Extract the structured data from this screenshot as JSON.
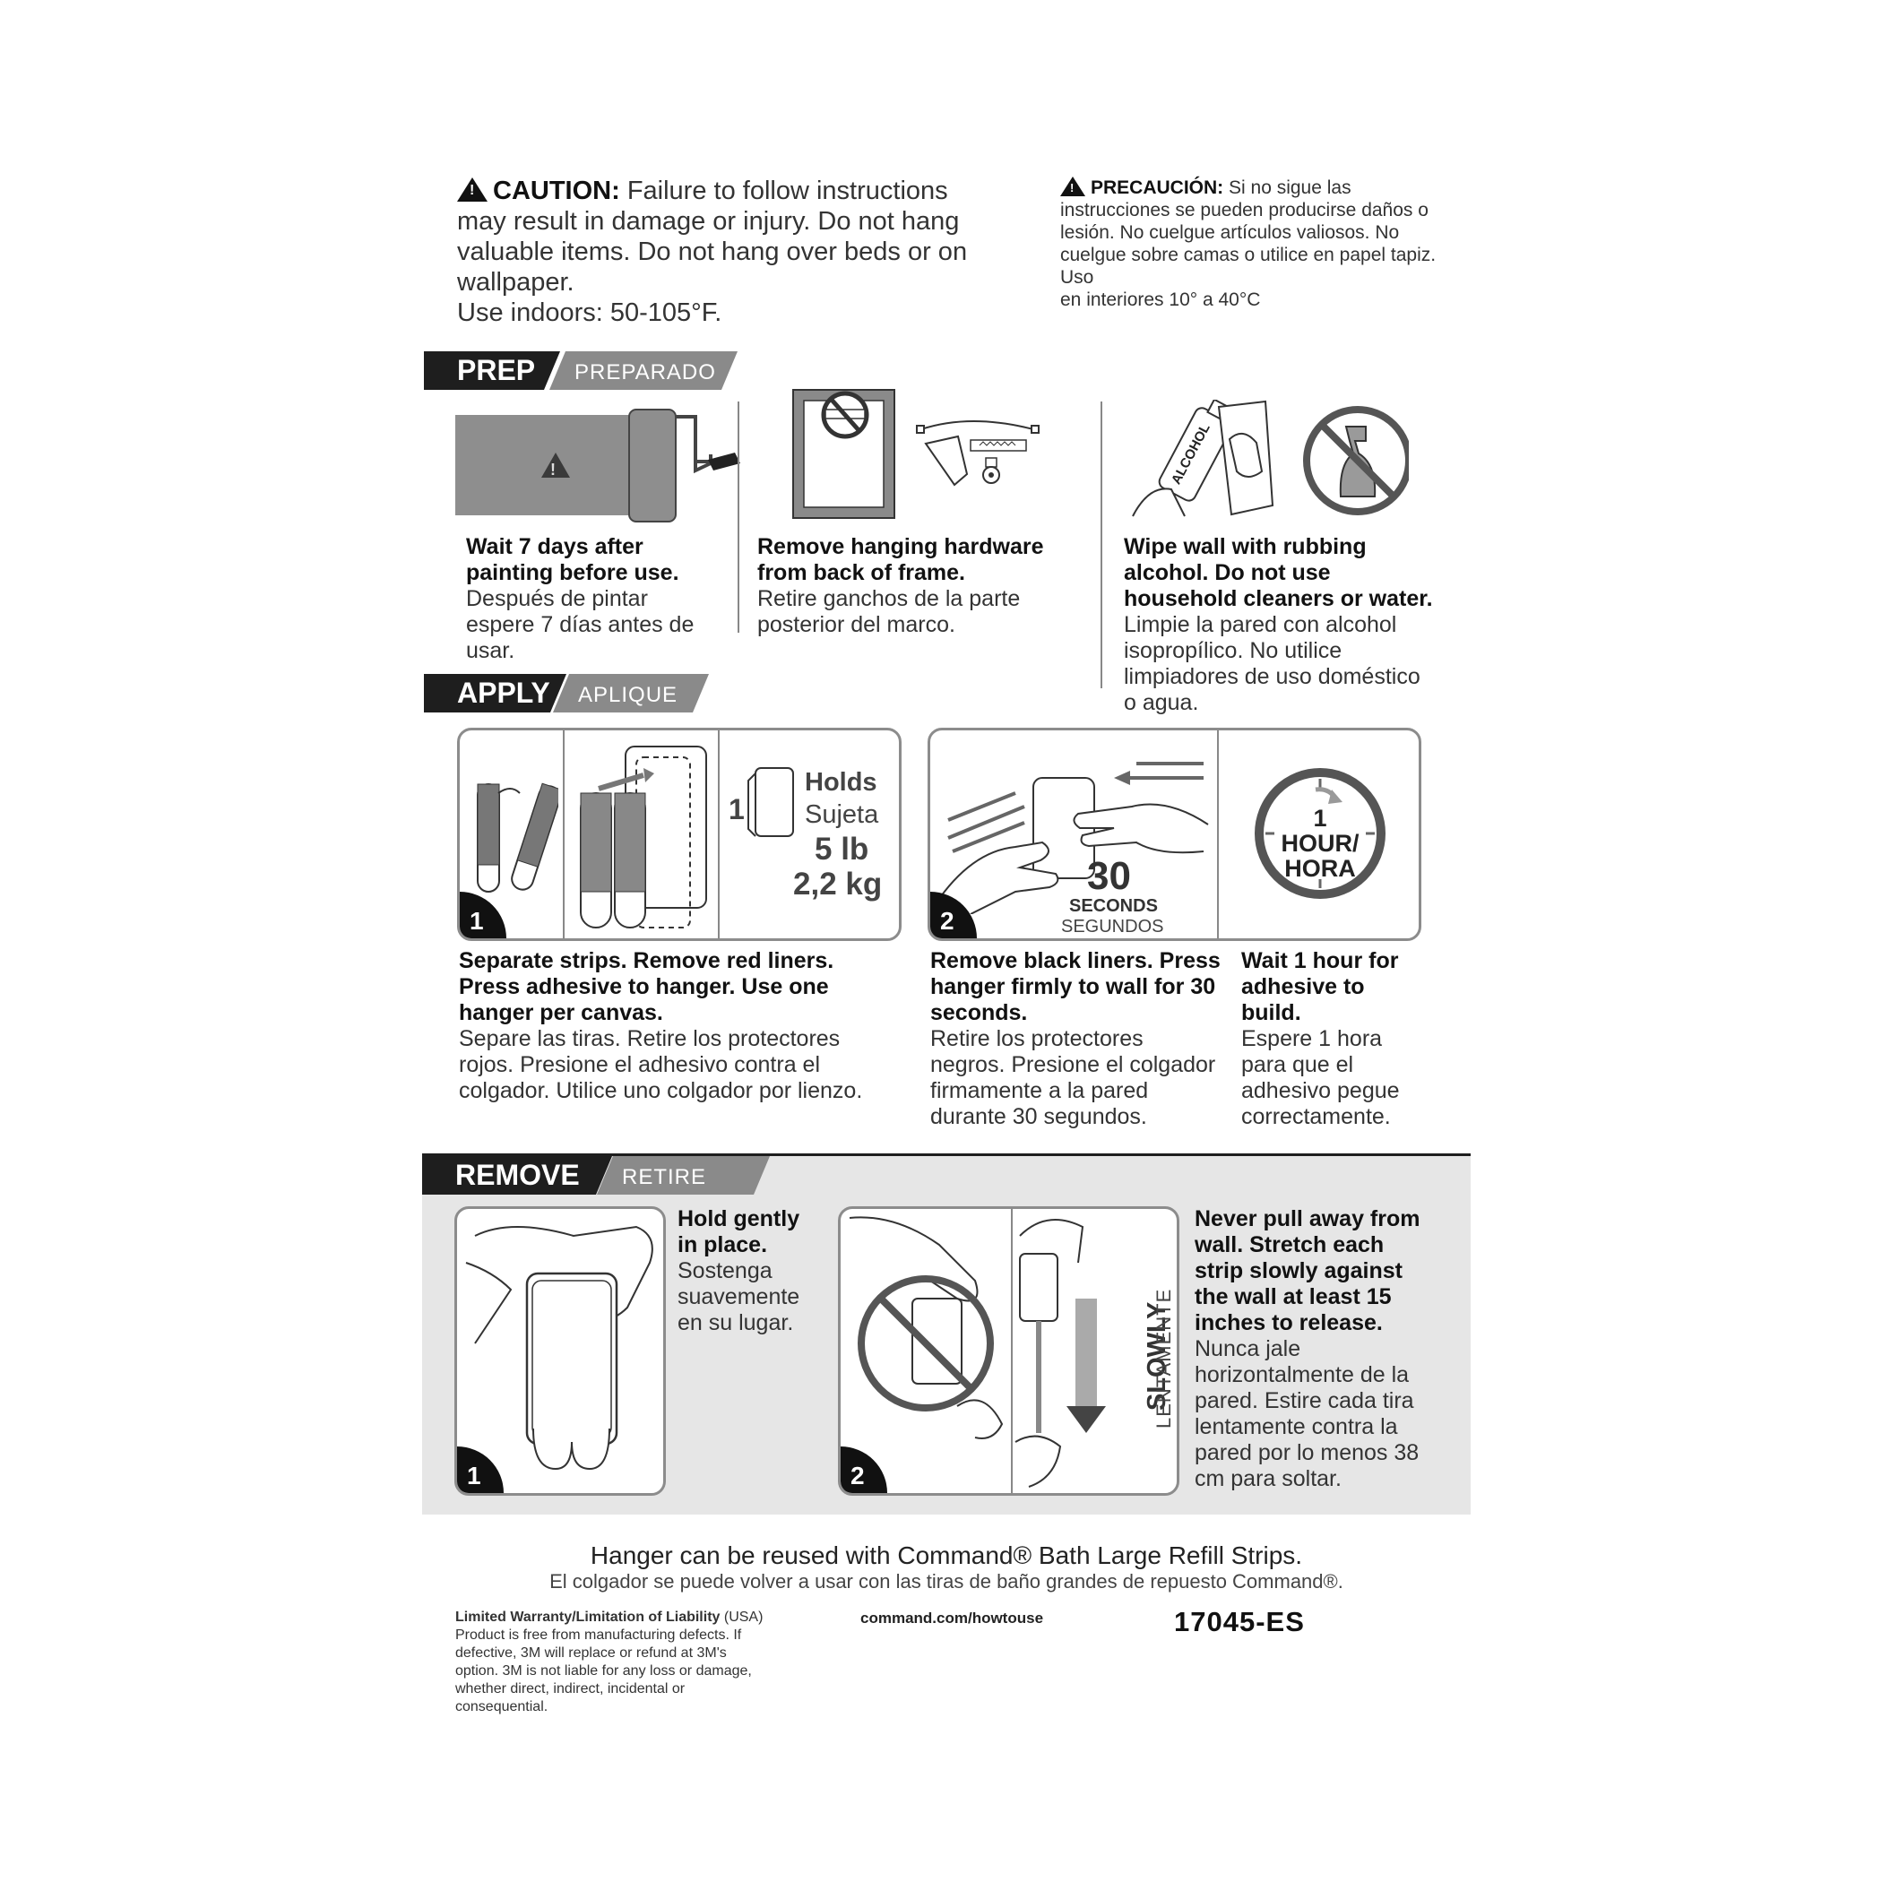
{
  "caution": {
    "label": "CAUTION:",
    "text": "Failure to follow instructions may result in damage or injury. Do not hang valuable items. Do not hang over beds or on wallpaper.",
    "temp": "Use indoors: 50-105°F."
  },
  "precaucion": {
    "label": "PRECAUCIÓN:",
    "text": "Si no sigue las instrucciones se pueden producirse daños o lesión. No cuelgue artículos valiosos. No cuelgue sobre camas o utilice en papel tapiz. Uso",
    "temp": "en interiores 10° a 40°C"
  },
  "prep": {
    "title": "PREP",
    "subtitle": "PREPARADO",
    "steps": [
      {
        "bold": "Wait 7 days after painting before use.",
        "text": "Después de pintar espere 7 días antes de usar."
      },
      {
        "bold": "Remove hanging hardware from back of frame.",
        "text": "Retire ganchos de la parte posterior del marco."
      },
      {
        "bold": "Wipe wall with rubbing alcohol. Do not use household cleaners or water.",
        "text": "Limpie la pared con alcohol isopropílico. No utilice limpiadores de uso doméstico o agua."
      }
    ],
    "alcohol_label": "ALCOHOL"
  },
  "apply": {
    "title": "APPLY",
    "subtitle": "APLIQUE",
    "panel1": {
      "number": "1",
      "count": "1",
      "holds": "Holds",
      "sujeta": "Sujeta",
      "lb": "5 lb",
      "kg": "2,2 kg"
    },
    "panel2": {
      "number": "2",
      "seconds_num": "30",
      "seconds": "SECONDS",
      "segundos": "SEGUNDOS",
      "hour_line1": "1 HOUR/",
      "hour_line2": "HORA"
    },
    "steps": [
      {
        "bold": "Separate strips. Remove red liners. Press adhesive to hanger. Use one hanger per canvas.",
        "text": "Separe las tiras. Retire los protectores rojos. Presione el adhesivo contra el colgador. Utilice uno colgador por lienzo."
      },
      {
        "bold": "Remove black liners. Press hanger firmly to wall for 30 seconds.",
        "text": "Retire los protectores negros. Presione el colgador firmamente a la pared durante 30 segundos."
      },
      {
        "bold": "Wait 1 hour for adhesive to build.",
        "text": "Espere 1 hora para que el adhesivo pegue correctamente."
      }
    ]
  },
  "remove": {
    "title": "REMOVE",
    "subtitle": "RETIRE",
    "panel1_number": "1",
    "panel2_number": "2",
    "slowly": "SLOWLY",
    "lentamente": "LENTAMENTE",
    "steps": [
      {
        "bold": "Hold gently in place.",
        "text": "Sostenga suavemente en su lugar."
      },
      {
        "bold": "Never pull away from wall. Stretch each strip slowly against the wall at least 15 inches to release.",
        "text": "Nunca jale horizontalmente de la pared. Estire cada tira lentamente contra la pared por lo menos 38 cm para soltar."
      }
    ]
  },
  "footer": {
    "reuse_en": "Hanger can be reused with Command® Bath Large Refill Strips.",
    "reuse_es": "El colgador se puede volver a usar con las tiras de baño grandes de repuesto Command®.",
    "warranty_title": "Limited Warranty/Limitation of Liability",
    "warranty_region": "(USA)",
    "warranty_text": "Product is free from manufacturing defects. If defective, 3M will replace or refund at 3M's option. 3M is not liable for any loss or damage, whether direct, indirect, incidental or consequential.",
    "url": "command.com/howtouse",
    "code": "17045-ES"
  },
  "colors": {
    "dark": "#1e1e1e",
    "banner_light": "#8a8a8a",
    "panel_border": "#8c8c8c",
    "remove_bg": "#e6e6e6",
    "wall_gray": "#8e8e8e"
  }
}
